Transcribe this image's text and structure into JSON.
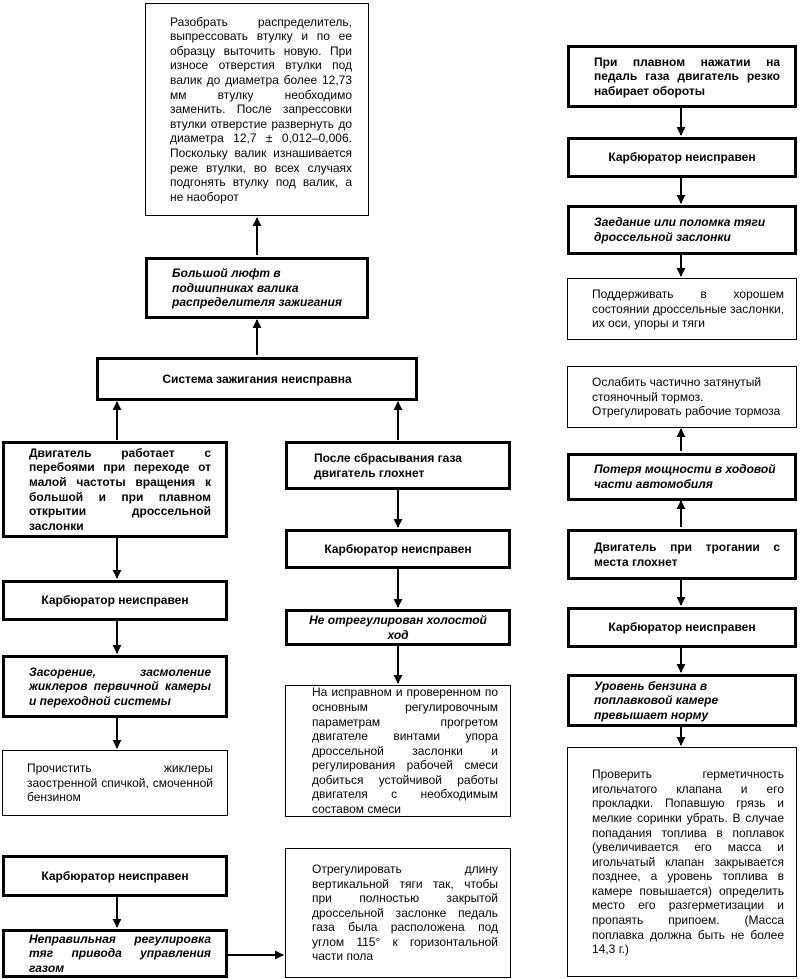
{
  "boxes": {
    "b1": "Разобрать распределитель, выпрессовать втулку и по ее образцу выточить новую. При износе отверстия втулки под валик до диаметра более 12,73 мм втулку необходимо заменить. После запрессовки втулки отверстие развернуть до диаметра 12,7 ± 0,012–0,006. Поскольку валик изнашивается реже втулки, во всех случаях подгонять втулку под валик, а не наоборот",
    "b2": "Большой люфт в подшипниках валика распределителя зажигания",
    "b3": "Система зажигания неисправна",
    "b4": "Двигатель работает с перебоями при переходе от малой частоты вращения к большой и при плавном открытии дроссельной заслонки",
    "b5": "Карбюратор неисправен",
    "b6": "Засорение, засмоление жиклеров первичной камеры и переходной системы",
    "b7": "Прочистить жиклеры заостренной спичкой, смоченной бензином",
    "b8": "Карбюратор неисправен",
    "b9": "Неправильная регулировка тяг привода управления газом",
    "b10": "Отрегулировать длину вертикальной тяги так, чтобы при полностью закрытой дроссельной заслонке педаль газа была расположена под углом 115° к горизонтальной части пола",
    "b11": "После сбрасывания газа двигатель глохнет",
    "b12": "Карбюратор неисправен",
    "b13": "Не отрегулирован холостой ход",
    "b14": "На исправном и проверенном по основным регулировочным параметрам прогретом двигателе винтами упора дроссельной заслонки и регулирования рабочей смеси добиться устойчивой работы двигателя с необходимым составом смеси",
    "b15": "При плавном нажатии на педаль газа двигатель резко набирает обороты",
    "b16": "Карбюратор неисправен",
    "b17": "Заедание или поломка тяги дроссельной заслонки",
    "b18": "Поддерживать в хорошем состоянии дроссельные заслонки, их оси, упоры и тяги",
    "b19": "Ослабить частично затянутый стояночный тормоз. Отрегулировать рабочие тормоза",
    "b20": "Потеря мощности в ходовой части автомобиля",
    "b21": "Двигатель при трогании с места глохнет",
    "b22": "Карбюратор неисправен",
    "b23": "Уровень бензина в поплавковой камере превышает норму",
    "b24": "Проверить герметичность игольчатого клапана и его прокладки. Попавшую грязь и мелкие соринки убрать. В случае попадания топлива в поплавок (увеличивается его масса и игольчатый клапан закрывается позднее, а уровень топлива в камере повышается) определить место его разгерметизации и пропаять припоем. (Масса поплавка должна быть не более 14,3 г.)"
  }
}
